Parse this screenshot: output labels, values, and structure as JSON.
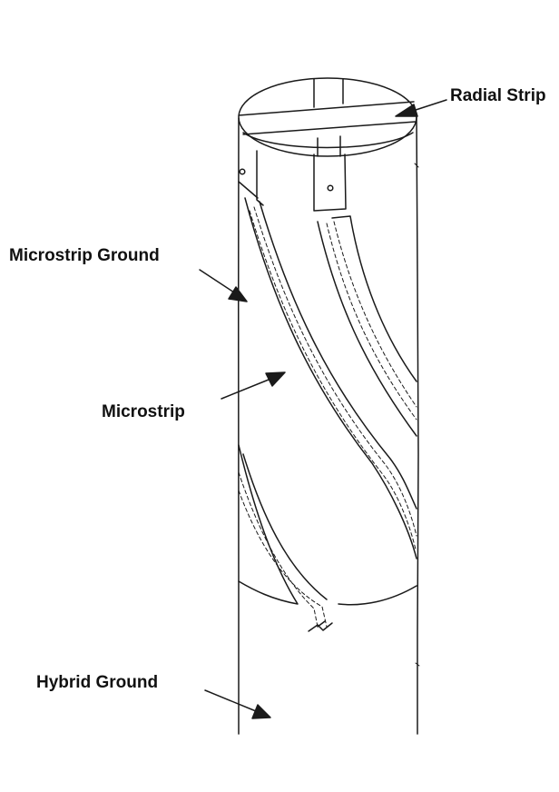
{
  "labels": {
    "radial_strip": "Radial Strip",
    "microstrip_ground": "Microstrip Ground",
    "microstrip": "Microstrip",
    "hybrid_ground": "Hybrid Ground"
  },
  "colors": {
    "line": "#1a1a1a",
    "background": "#ffffff"
  }
}
